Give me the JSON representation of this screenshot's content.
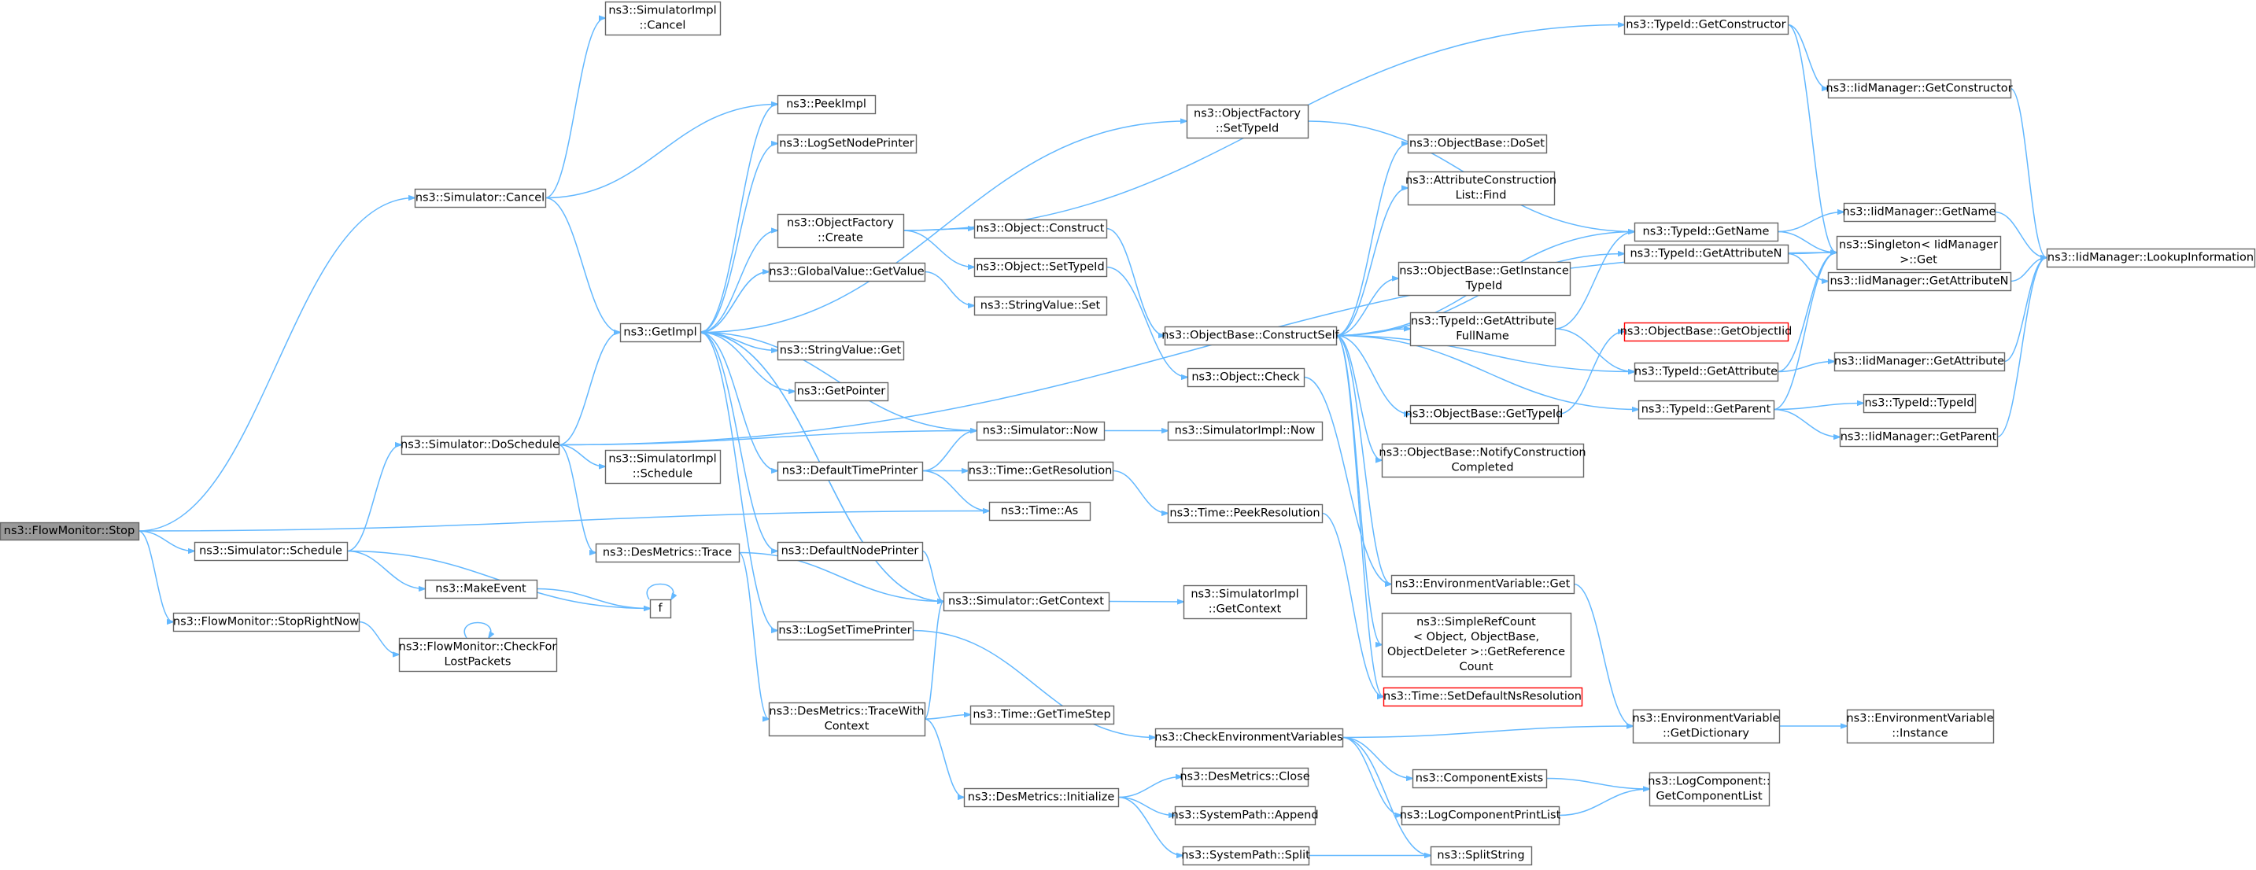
{
  "diagram": {
    "colors": {
      "edge": "#63b8ff",
      "node_border": "#666666",
      "root_fill": "#999999",
      "missing_border": "#ff0000"
    },
    "nodes": [
      {
        "id": "flowmonitor-stop",
        "lines": [
          "ns3::FlowMonitor::Stop"
        ],
        "style": "root"
      },
      {
        "id": "simulator-cancel",
        "lines": [
          "ns3::Simulator::Cancel"
        ]
      },
      {
        "id": "simulator-doschedule",
        "lines": [
          "ns3::Simulator::DoSchedule"
        ]
      },
      {
        "id": "simulator-schedule",
        "lines": [
          "ns3::Simulator::Schedule"
        ]
      },
      {
        "id": "flowmonitor-stoprightnow",
        "lines": [
          "ns3::FlowMonitor::StopRightNow"
        ]
      },
      {
        "id": "simulatorimpl-cancel",
        "lines": [
          "ns3::SimulatorImpl",
          "::Cancel"
        ]
      },
      {
        "id": "peekimpl",
        "lines": [
          "ns3::PeekImpl"
        ]
      },
      {
        "id": "logsetnodeprinter",
        "lines": [
          "ns3::LogSetNodePrinter"
        ]
      },
      {
        "id": "objectfactory-create",
        "lines": [
          "ns3::ObjectFactory",
          "::Create"
        ]
      },
      {
        "id": "globalvalue-getvalue",
        "lines": [
          "ns3::GlobalValue::GetValue"
        ]
      },
      {
        "id": "getimpl",
        "lines": [
          "ns3::GetImpl"
        ]
      },
      {
        "id": "stringvalue-get",
        "lines": [
          "ns3::StringValue::Get"
        ]
      },
      {
        "id": "getpointer",
        "lines": [
          "ns3::GetPointer"
        ]
      },
      {
        "id": "simulatorimpl-schedule",
        "lines": [
          "ns3::SimulatorImpl",
          "::Schedule"
        ]
      },
      {
        "id": "defaulttimeprinter",
        "lines": [
          "ns3::DefaultTimePrinter"
        ]
      },
      {
        "id": "desmetrics-trace",
        "lines": [
          "ns3::DesMetrics::Trace"
        ]
      },
      {
        "id": "defaultnodeprinter",
        "lines": [
          "ns3::DefaultNodePrinter"
        ]
      },
      {
        "id": "makeevent",
        "lines": [
          "ns3::MakeEvent"
        ]
      },
      {
        "id": "f",
        "lines": [
          "f"
        ]
      },
      {
        "id": "flowmonitor-checkforlostpackets",
        "lines": [
          "ns3::FlowMonitor::CheckFor",
          "LostPackets"
        ]
      },
      {
        "id": "logsettimeprinter",
        "lines": [
          "ns3::LogSetTimePrinter"
        ]
      },
      {
        "id": "desmetrics-tracewithcontext",
        "lines": [
          "ns3::DesMetrics::TraceWith",
          "Context"
        ]
      },
      {
        "id": "objectfactory-settypeid",
        "lines": [
          "ns3::ObjectFactory",
          "::SetTypeId"
        ]
      },
      {
        "id": "object-construct",
        "lines": [
          "ns3::Object::Construct"
        ]
      },
      {
        "id": "object-settypeid",
        "lines": [
          "ns3::Object::SetTypeId"
        ]
      },
      {
        "id": "stringvalue-set",
        "lines": [
          "ns3::StringValue::Set"
        ]
      },
      {
        "id": "simulator-now",
        "lines": [
          "ns3::Simulator::Now"
        ]
      },
      {
        "id": "time-getresolution",
        "lines": [
          "ns3::Time::GetResolution"
        ]
      },
      {
        "id": "time-as",
        "lines": [
          "ns3::Time::As"
        ]
      },
      {
        "id": "simulator-getcontext",
        "lines": [
          "ns3::Simulator::GetContext"
        ]
      },
      {
        "id": "time-gettimestep",
        "lines": [
          "ns3::Time::GetTimeStep"
        ]
      },
      {
        "id": "desmetrics-initialize",
        "lines": [
          "ns3::DesMetrics::Initialize"
        ]
      },
      {
        "id": "simulatorimpl-now",
        "lines": [
          "ns3::SimulatorImpl::Now"
        ]
      },
      {
        "id": "time-peekresolution",
        "lines": [
          "ns3::Time::PeekResolution"
        ]
      },
      {
        "id": "simulatorimpl-getcontext",
        "lines": [
          "ns3::SimulatorImpl",
          "::GetContext"
        ]
      },
      {
        "id": "checkenvironmentvariables",
        "lines": [
          "ns3::CheckEnvironmentVariables"
        ]
      },
      {
        "id": "desmetrics-close",
        "lines": [
          "ns3::DesMetrics::Close"
        ]
      },
      {
        "id": "systempath-append",
        "lines": [
          "ns3::SystemPath::Append"
        ]
      },
      {
        "id": "systempath-split",
        "lines": [
          "ns3::SystemPath::Split"
        ]
      },
      {
        "id": "objectbase-constructself",
        "lines": [
          "ns3::ObjectBase::ConstructSelf"
        ]
      },
      {
        "id": "object-check",
        "lines": [
          "ns3::Object::Check"
        ]
      },
      {
        "id": "objectbase-doset",
        "lines": [
          "ns3::ObjectBase::DoSet"
        ]
      },
      {
        "id": "attributeconstructionlist-find",
        "lines": [
          "ns3::AttributeConstruction",
          "List::Find"
        ]
      },
      {
        "id": "objectbase-getinstancetypeid",
        "lines": [
          "ns3::ObjectBase::GetInstance",
          "TypeId"
        ]
      },
      {
        "id": "typeid-getattributefullname",
        "lines": [
          "ns3::TypeId::GetAttribute",
          "FullName"
        ]
      },
      {
        "id": "objectbase-gettypeid",
        "lines": [
          "ns3::ObjectBase::GetTypeId"
        ]
      },
      {
        "id": "objectbase-notifyconstructioncompleted",
        "lines": [
          "ns3::ObjectBase::NotifyConstruction",
          "Completed"
        ]
      },
      {
        "id": "environmentvariable-get",
        "lines": [
          "ns3::EnvironmentVariable::Get"
        ]
      },
      {
        "id": "simplerefcount-getreferencecount",
        "lines": [
          "ns3::SimpleRefCount",
          "< Object, ObjectBase,",
          "ObjectDeleter >::GetReference",
          "Count"
        ]
      },
      {
        "id": "time-setdefaultnsresolution",
        "lines": [
          "ns3::Time::SetDefaultNsResolution"
        ],
        "style": "red"
      },
      {
        "id": "componentexists",
        "lines": [
          "ns3::ComponentExists"
        ]
      },
      {
        "id": "logcomponentprintlist",
        "lines": [
          "ns3::LogComponentPrintList"
        ]
      },
      {
        "id": "splitstring",
        "lines": [
          "ns3::SplitString"
        ]
      },
      {
        "id": "typeid-getconstructor",
        "lines": [
          "ns3::TypeId::GetConstructor"
        ]
      },
      {
        "id": "typeid-getname",
        "lines": [
          "ns3::TypeId::GetName"
        ]
      },
      {
        "id": "typeid-getattributen",
        "lines": [
          "ns3::TypeId::GetAttributeN"
        ]
      },
      {
        "id": "objectbase-getobjectiid",
        "lines": [
          "ns3::ObjectBase::GetObjectIid"
        ],
        "style": "red"
      },
      {
        "id": "typeid-getattribute",
        "lines": [
          "ns3::TypeId::GetAttribute"
        ]
      },
      {
        "id": "typeid-getparent",
        "lines": [
          "ns3::TypeId::GetParent"
        ]
      },
      {
        "id": "environmentvariable-getdictionary",
        "lines": [
          "ns3::EnvironmentVariable",
          "::GetDictionary"
        ]
      },
      {
        "id": "logcomponent-getcomponentlist",
        "lines": [
          "ns3::LogComponent::",
          "GetComponentList"
        ]
      },
      {
        "id": "iidmanager-getconstructor",
        "lines": [
          "ns3::IidManager::GetConstructor"
        ]
      },
      {
        "id": "iidmanager-getname",
        "lines": [
          "ns3::IidManager::GetName"
        ]
      },
      {
        "id": "singleton-iidmanager-get",
        "lines": [
          "ns3::Singleton< IidManager",
          ">::Get"
        ]
      },
      {
        "id": "iidmanager-getattributen",
        "lines": [
          "ns3::IidManager::GetAttributeN"
        ]
      },
      {
        "id": "iidmanager-getattribute",
        "lines": [
          "ns3::IidManager::GetAttribute"
        ]
      },
      {
        "id": "typeid-typeid",
        "lines": [
          "ns3::TypeId::TypeId"
        ]
      },
      {
        "id": "iidmanager-getparent",
        "lines": [
          "ns3::IidManager::GetParent"
        ]
      },
      {
        "id": "environmentvariable-instance",
        "lines": [
          "ns3::EnvironmentVariable",
          "::Instance"
        ]
      },
      {
        "id": "iidmanager-lookupinformation",
        "lines": [
          "ns3::IidManager::LookupInformation"
        ]
      }
    ],
    "edges": [
      [
        "flowmonitor-stop",
        "simulator-cancel"
      ],
      [
        "flowmonitor-stop",
        "simulator-schedule"
      ],
      [
        "flowmonitor-stop",
        "flowmonitor-stoprightnow"
      ],
      [
        "flowmonitor-stop",
        "time-as"
      ],
      [
        "simulator-cancel",
        "simulatorimpl-cancel"
      ],
      [
        "simulator-cancel",
        "peekimpl"
      ],
      [
        "simulator-cancel",
        "getimpl"
      ],
      [
        "simulator-schedule",
        "simulator-doschedule"
      ],
      [
        "simulator-schedule",
        "makeevent"
      ],
      [
        "simulator-schedule",
        "f"
      ],
      [
        "flowmonitor-stoprightnow",
        "flowmonitor-checkforlostpackets"
      ],
      [
        "flowmonitor-checkforlostpackets",
        "flowmonitor-checkforlostpackets"
      ],
      [
        "simulator-doschedule",
        "getimpl"
      ],
      [
        "simulator-doschedule",
        "simulatorimpl-schedule"
      ],
      [
        "simulator-doschedule",
        "simulator-now"
      ],
      [
        "simulator-doschedule",
        "desmetrics-trace"
      ],
      [
        "simulator-doschedule",
        "singleton-iidmanager-get"
      ],
      [
        "makeevent",
        "f"
      ],
      [
        "f",
        "f"
      ],
      [
        "getimpl",
        "peekimpl"
      ],
      [
        "getimpl",
        "logsetnodeprinter"
      ],
      [
        "getimpl",
        "objectfactory-create"
      ],
      [
        "getimpl",
        "objectfactory-settypeid"
      ],
      [
        "getimpl",
        "globalvalue-getvalue"
      ],
      [
        "getimpl",
        "stringvalue-get"
      ],
      [
        "getimpl",
        "getpointer"
      ],
      [
        "getimpl",
        "defaulttimeprinter"
      ],
      [
        "getimpl",
        "defaultnodeprinter"
      ],
      [
        "getimpl",
        "logsettimeprinter"
      ],
      [
        "getimpl",
        "simulator-getcontext"
      ],
      [
        "desmetrics-trace",
        "desmetrics-tracewithcontext"
      ],
      [
        "desmetrics-trace",
        "simulator-getcontext"
      ],
      [
        "objectfactory-create",
        "object-construct"
      ],
      [
        "objectfactory-create",
        "object-settypeid"
      ],
      [
        "objectfactory-create",
        "typeid-getconstructor"
      ],
      [
        "globalvalue-getvalue",
        "stringvalue-set"
      ],
      [
        "globalvalue-getvalue",
        "getimpl"
      ],
      [
        "simulator-now",
        "getimpl"
      ],
      [
        "simulator-now",
        "simulatorimpl-now"
      ],
      [
        "defaulttimeprinter",
        "simulator-now"
      ],
      [
        "defaulttimeprinter",
        "time-getresolution"
      ],
      [
        "defaulttimeprinter",
        "time-as"
      ],
      [
        "defaultnodeprinter",
        "simulator-getcontext"
      ],
      [
        "simulator-getcontext",
        "getimpl"
      ],
      [
        "simulator-getcontext",
        "simulatorimpl-getcontext"
      ],
      [
        "logsettimeprinter",
        "checkenvironmentvariables"
      ],
      [
        "desmetrics-tracewithcontext",
        "simulator-getcontext"
      ],
      [
        "desmetrics-tracewithcontext",
        "time-gettimestep"
      ],
      [
        "desmetrics-tracewithcontext",
        "desmetrics-initialize"
      ],
      [
        "desmetrics-initialize",
        "desmetrics-close"
      ],
      [
        "desmetrics-initialize",
        "systempath-append"
      ],
      [
        "desmetrics-initialize",
        "systempath-split"
      ],
      [
        "time-getresolution",
        "time-peekresolution"
      ],
      [
        "time-peekresolution",
        "time-setdefaultnsresolution"
      ],
      [
        "objectfactory-settypeid",
        "typeid-getname"
      ],
      [
        "object-construct",
        "objectbase-constructself"
      ],
      [
        "object-settypeid",
        "object-check"
      ],
      [
        "object-check",
        "environmentvariable-get"
      ],
      [
        "objectbase-constructself",
        "objectbase-doset"
      ],
      [
        "objectbase-constructself",
        "attributeconstructionlist-find"
      ],
      [
        "objectbase-constructself",
        "typeid-getname"
      ],
      [
        "objectbase-constructself",
        "objectbase-getinstancetypeid"
      ],
      [
        "objectbase-constructself",
        "typeid-getattributefullname"
      ],
      [
        "objectbase-constructself",
        "typeid-getattributen"
      ],
      [
        "objectbase-constructself",
        "typeid-getattribute"
      ],
      [
        "objectbase-constructself",
        "objectbase-gettypeid"
      ],
      [
        "objectbase-constructself",
        "typeid-getparent"
      ],
      [
        "objectbase-constructself",
        "objectbase-notifyconstructioncompleted"
      ],
      [
        "objectbase-constructself",
        "environmentvariable-get"
      ],
      [
        "objectbase-constructself",
        "simplerefcount-getreferencecount"
      ],
      [
        "objectbase-constructself",
        "time-setdefaultnsresolution"
      ],
      [
        "typeid-getattributefullname",
        "typeid-getname"
      ],
      [
        "typeid-getattributefullname",
        "typeid-getattribute"
      ],
      [
        "objectbase-gettypeid",
        "objectbase-getobjectiid"
      ],
      [
        "environmentvariable-get",
        "environmentvariable-getdictionary"
      ],
      [
        "checkenvironmentvariables",
        "environmentvariable-getdictionary"
      ],
      [
        "checkenvironmentvariables",
        "componentexists"
      ],
      [
        "checkenvironmentvariables",
        "logcomponentprintlist"
      ],
      [
        "checkenvironmentvariables",
        "splitstring"
      ],
      [
        "systempath-split",
        "splitstring"
      ],
      [
        "componentexists",
        "logcomponent-getcomponentlist"
      ],
      [
        "logcomponentprintlist",
        "logcomponent-getcomponentlist"
      ],
      [
        "typeid-getconstructor",
        "iidmanager-getconstructor"
      ],
      [
        "typeid-getconstructor",
        "singleton-iidmanager-get"
      ],
      [
        "typeid-getname",
        "iidmanager-getname"
      ],
      [
        "typeid-getname",
        "singleton-iidmanager-get"
      ],
      [
        "typeid-getattributen",
        "iidmanager-getattributen"
      ],
      [
        "typeid-getattributen",
        "singleton-iidmanager-get"
      ],
      [
        "typeid-getattribute",
        "iidmanager-getattribute"
      ],
      [
        "typeid-getattribute",
        "singleton-iidmanager-get"
      ],
      [
        "typeid-getparent",
        "typeid-typeid"
      ],
      [
        "typeid-getparent",
        "iidmanager-getparent"
      ],
      [
        "typeid-getparent",
        "singleton-iidmanager-get"
      ],
      [
        "environmentvariable-getdictionary",
        "environmentvariable-instance"
      ],
      [
        "iidmanager-getconstructor",
        "iidmanager-lookupinformation"
      ],
      [
        "iidmanager-getname",
        "iidmanager-lookupinformation"
      ],
      [
        "iidmanager-getattributen",
        "iidmanager-lookupinformation"
      ],
      [
        "iidmanager-getattribute",
        "iidmanager-lookupinformation"
      ],
      [
        "iidmanager-getparent",
        "iidmanager-lookupinformation"
      ]
    ]
  }
}
